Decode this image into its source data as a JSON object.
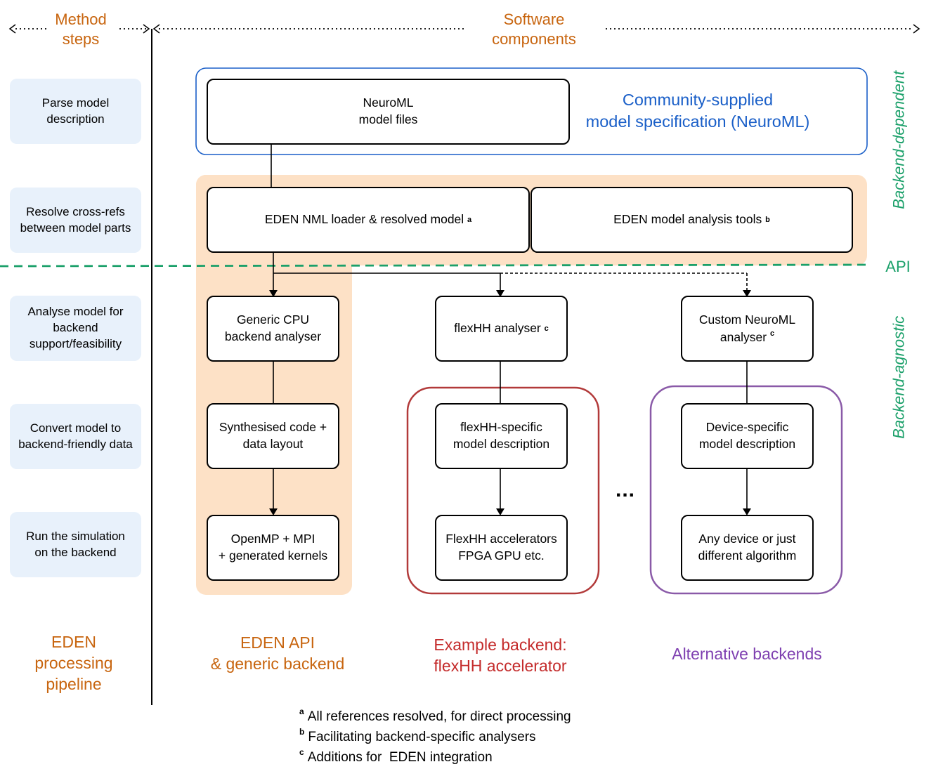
{
  "header": {
    "method_steps": "Method\nsteps",
    "software_components": "Software\ncomponents"
  },
  "steps": [
    "Parse model\ndescription",
    "Resolve cross-refs\nbetween model parts",
    "Analyse model for\nbackend\nsupport/feasibility",
    "Convert model to\nbackend-friendly data",
    "Run the simulation\non the backend"
  ],
  "boxes": {
    "neuroml_files": "NeuroML\nmodel files",
    "community_spec": "Community-supplied\nmodel specification (NeuroML)",
    "nml_loader": "EDEN NML loader & resolved model",
    "nml_loader_mark": "a",
    "analysis_tools": "EDEN model analysis tools",
    "analysis_tools_mark": "b",
    "generic_cpu": "Generic CPU\nbackend analyser",
    "synthesised": "Synthesised code +\ndata layout",
    "openmp": "OpenMP + MPI\n+ generated kernels",
    "flexhh_analyser": "flexHH analyser",
    "flexhh_analyser_mark": "c",
    "flexhh_desc": "flexHH-specific\nmodel description",
    "flexhh_accel": "FlexHH accelerators\nFPGA GPU etc.",
    "custom_analyser": "Custom NeuroML\nanalyser",
    "custom_analyser_mark": "c",
    "device_desc": "Device-specific\nmodel description",
    "any_device": "Any device or just\ndifferent algorithm",
    "ellipsis": "..."
  },
  "side_labels": {
    "backend_dependent": "Backend-dependent",
    "api": "API",
    "backend_agnostic": "Backend-agnostic"
  },
  "bottom_labels": {
    "pipeline": "EDEN\nprocessing\npipeline",
    "eden_api": "EDEN API\n& generic backend",
    "example_backend": "Example backend:\nflexHH accelerator",
    "alternative": "Alternative backends"
  },
  "footnotes": [
    {
      "mark": "a",
      "text": "All references resolved, for direct processing"
    },
    {
      "mark": "b",
      "text": "Facilitating backend-specific analysers"
    },
    {
      "mark": "c",
      "text": "Additions for  EDEN integration"
    }
  ],
  "colors": {
    "orange_text": "#c8650f",
    "orange_fill": "#fde1c6",
    "blue": "#1a5fc8",
    "green": "#1ba06a",
    "red": "#b23a3a",
    "purple": "#8a5aa8",
    "step_fill": "#e8f1fb"
  }
}
